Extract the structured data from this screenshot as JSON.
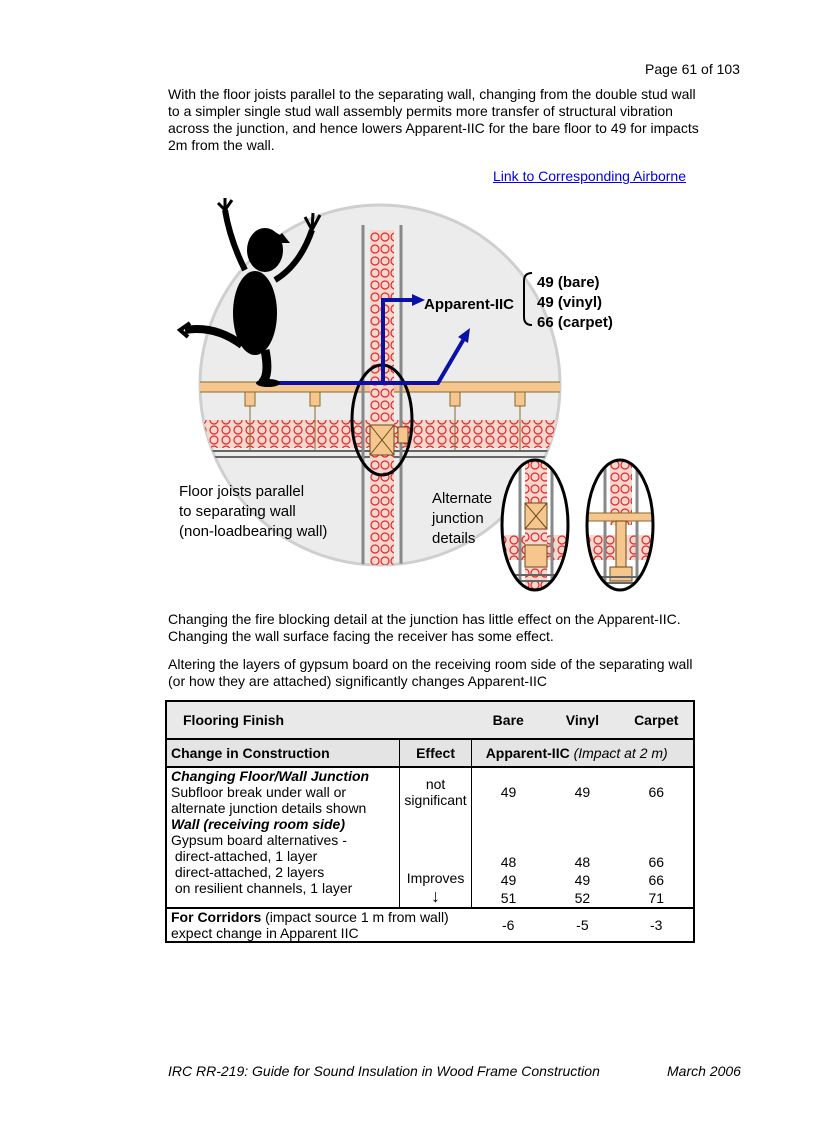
{
  "header": {
    "page_number": "Page 61 of 103"
  },
  "intro": {
    "paragraph": "With the floor joists parallel to the separating wall, changing from the double stud wall to a simpler single stud wall assembly permits more transfer of structural vibration across the junction, and hence lowers Apparent-IIC for the bare floor to 49 for impacts 2m from the wall.",
    "link": "Link to Corresponding Airborne"
  },
  "figure": {
    "arrow_label": "Apparent-IIC",
    "results": [
      "49 (bare)",
      "49 (vinyl)",
      "66 (carpet)"
    ],
    "caption_lines": [
      "Floor joists parallel",
      "to separating wall",
      "(non-loadbearing wall)"
    ],
    "alt_lines": [
      "Alternate",
      "junction",
      "details"
    ]
  },
  "body": {
    "paragraph2": "Changing the fire blocking detail at the junction has little effect on the Apparent-IIC.  Changing the wall surface facing the receiver has some effect.",
    "paragraph3": "Altering the layers of gypsum board on the receiving room side of the separating wall (or how they are attached) significantly changes Apparent-IIC"
  },
  "table": {
    "header": {
      "flooring": "Flooring Finish",
      "bare": "Bare",
      "vinyl": "Vinyl",
      "carpet": "Carpet"
    },
    "subheader": {
      "change": "Change in Construction",
      "effect": "Effect",
      "metric": "Apparent-IIC",
      "metric_note": "(Impact at 2 m)"
    },
    "rows": [
      {
        "title": "Changing Floor/Wall Junction",
        "desc_lines": [
          "Subfloor break under wall or",
          "alternate junction details shown"
        ],
        "effect_lines": [
          "not",
          "significant"
        ],
        "bare": [
          "49"
        ],
        "vinyl": [
          "49"
        ],
        "carpet": [
          "66"
        ]
      },
      {
        "title": "Wall (receiving room side)",
        "desc_lines": [
          "Gypsum board alternatives -",
          " direct-attached, 1 layer",
          " direct-attached, 2 layers",
          " on resilient channels, 1 layer"
        ],
        "effect_lines": [
          "Improves",
          "↓"
        ],
        "bare": [
          "48",
          "49",
          "51"
        ],
        "vinyl": [
          "48",
          "49",
          "52"
        ],
        "carpet": [
          "66",
          "66",
          "71"
        ]
      },
      {
        "title": "For Corridors",
        "title_rest": " (impact source 1 m from wall)",
        "desc_lines": [
          "expect change in Apparent IIC"
        ],
        "bare": [
          "-6"
        ],
        "vinyl": [
          "-5"
        ],
        "carpet": [
          "-3"
        ]
      }
    ]
  },
  "footer": {
    "left": "IRC RR-219: Guide for Sound Insulation in Wood Frame Construction",
    "right": "March 2006"
  }
}
